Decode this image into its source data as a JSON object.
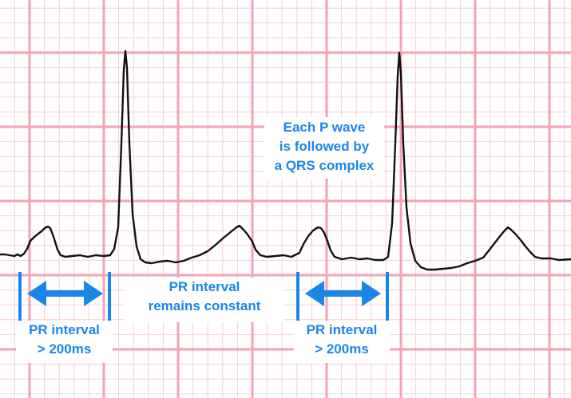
{
  "colors": {
    "grid_minor": "#f7d0d8",
    "grid_major": "#f4a3b2",
    "trace": "#111111",
    "annotation": "#1a86e8",
    "background": "#ffffff"
  },
  "annotations": {
    "p_wave_note": [
      "Each P wave",
      "is followed by",
      "a QRS complex"
    ],
    "pr_constant": [
      "PR interval",
      "remains constant"
    ],
    "pr_left": [
      "PR interval",
      "> 200ms"
    ],
    "pr_right": [
      "PR interval",
      "> 200ms"
    ]
  },
  "icons": {
    "interval_arrow": "double-headed-arrow-icon"
  }
}
